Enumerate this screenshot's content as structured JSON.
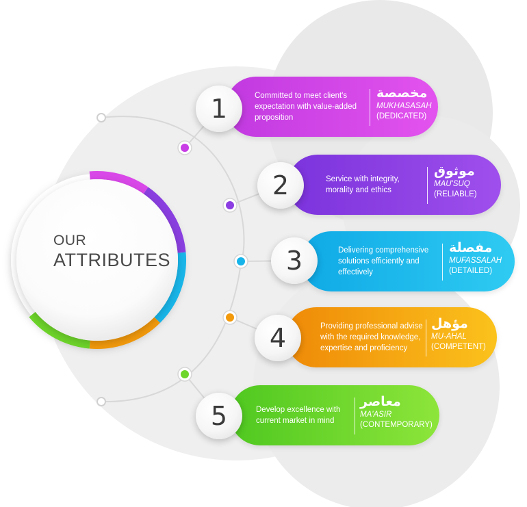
{
  "title": {
    "line1": "OUR",
    "line2": "ATTRIBUTES"
  },
  "ring_colors": [
    "#d947e8",
    "#8a3fe0",
    "#19b6ea",
    "#f39a0c",
    "#6ed62a"
  ],
  "attributes": [
    {
      "number": "1",
      "description": [
        "Committed to meet client's",
        "expectation with value-added",
        "proposition"
      ],
      "arabic": "مخصصة",
      "transliteration": "MUKHASASAH",
      "english": "(DEDICATED)",
      "color_from": "#c13ae0",
      "color_to": "#e353ee",
      "dot_color": "#c83de5"
    },
    {
      "number": "2",
      "description": [
        "Service with integrity,",
        "morality and ethics"
      ],
      "arabic": "موثوق",
      "transliteration": "MAU'SUQ",
      "english": "(RELIABLE)",
      "color_from": "#7b33dc",
      "color_to": "#9f4fec",
      "dot_color": "#8c3ee2"
    },
    {
      "number": "3",
      "description": [
        "Delivering comprehensive",
        "solutions efficiently and",
        "effectively"
      ],
      "arabic": "مفصلة",
      "transliteration": "MUFASSALAH",
      "english": "(DETAILED)",
      "color_from": "#0fa9e6",
      "color_to": "#2fcbf2",
      "dot_color": "#17b4ea"
    },
    {
      "number": "4",
      "description": [
        "Providing professional advise",
        "with the required knowledge,",
        "expertise and proficiency"
      ],
      "arabic": "مؤهل",
      "transliteration": "MU-AHAL",
      "english": "(COMPETENT)",
      "color_from": "#ef8a08",
      "color_to": "#fbc21c",
      "dot_color": "#f39a0c"
    },
    {
      "number": "5",
      "description": [
        "Develop excellence with",
        "current market in mind"
      ],
      "arabic": "معاصر",
      "transliteration": "MA'ASIR",
      "english": "(CONTEMPORARY)",
      "color_from": "#4fc820",
      "color_to": "#8de53a",
      "dot_color": "#6ed62a"
    }
  ]
}
